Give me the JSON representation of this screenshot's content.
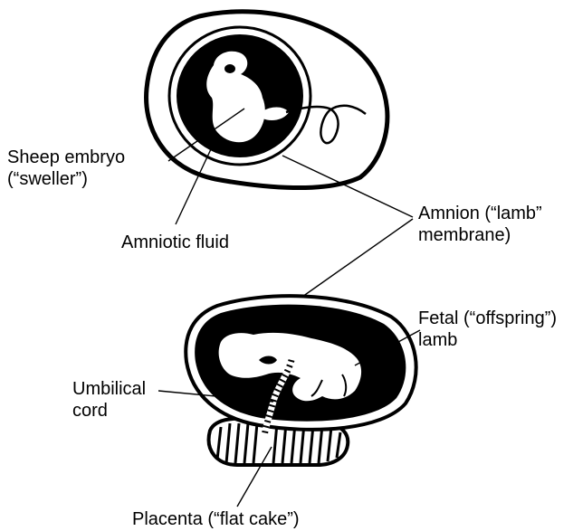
{
  "labels": {
    "embryo_line1": "Sheep embryo",
    "embryo_line2": "(“sweller”)",
    "fluid": "Amniotic fluid",
    "amnion_line1": "Amnion (“lamb”",
    "amnion_line2": "membrane)",
    "fetal_line1": "Fetal (“offspring”)",
    "fetal_line2": "lamb",
    "cord_line1": "Umbilical",
    "cord_line2": "cord",
    "placenta": "Placenta (“flat cake”)"
  }
}
